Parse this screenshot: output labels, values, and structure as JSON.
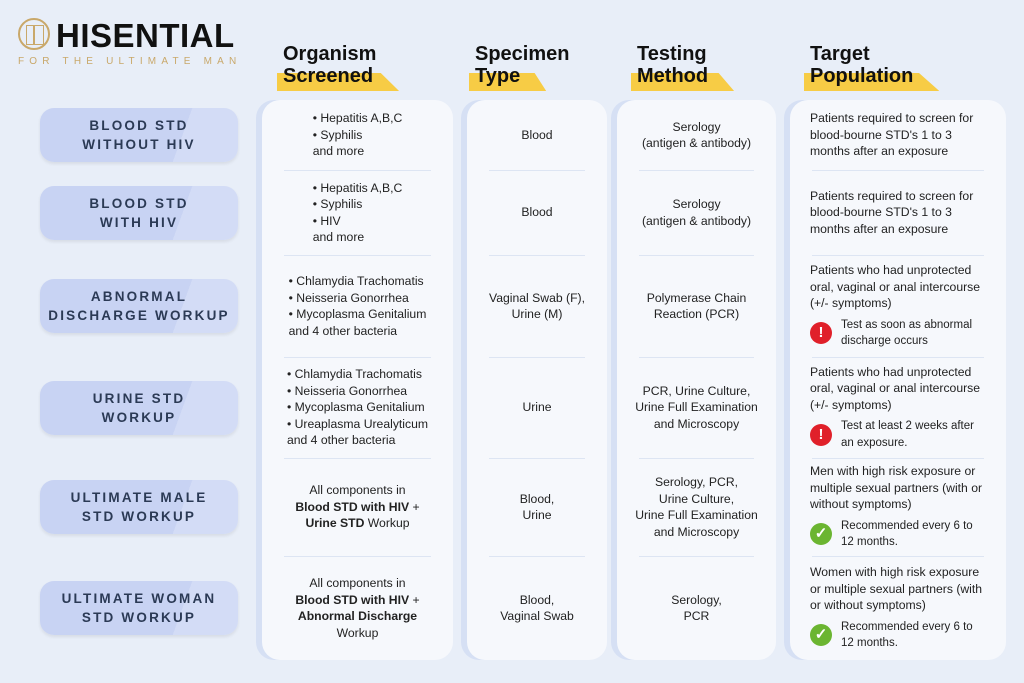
{
  "brand": {
    "name": "HISENTIAL",
    "tagline": "FOR THE ULTIMATE MAN"
  },
  "headers": [
    {
      "l1": "Organism",
      "l2": "Screened"
    },
    {
      "l1": "Specimen",
      "l2": "Type"
    },
    {
      "l1": "Testing",
      "l2": "Method"
    },
    {
      "l1": "Target",
      "l2": "Population"
    }
  ],
  "colors": {
    "highlight": "#f7cc45",
    "pill": "#c8d3f3",
    "warn": "#e0202a",
    "ok": "#6bb531"
  },
  "rows": [
    {
      "label": "BLOOD STD\nWITHOUT HIV",
      "organisms": {
        "items": [
          "Hepatitis A,B,C",
          "Syphilis"
        ],
        "extra": [
          {
            "t": "and more",
            "b": false
          }
        ]
      },
      "specimen": "Blood",
      "method": "Serology\n(antigen & antibody)",
      "target": {
        "text": "Patients required to screen for blood-bourne STD's 1 to 3 months after an exposure"
      }
    },
    {
      "label": "BLOOD STD\nWITH HIV",
      "organisms": {
        "items": [
          "Hepatitis A,B,C",
          "Syphilis",
          "HIV"
        ],
        "extra": [
          {
            "t": "and more",
            "b": false
          }
        ]
      },
      "specimen": "Blood",
      "method": "Serology\n(antigen & antibody)",
      "target": {
        "text": "Patients required to screen for blood-bourne STD's 1 to 3 months after an exposure"
      }
    },
    {
      "label": "ABNORMAL\nDISCHARGE WORKUP",
      "organisms": {
        "items": [
          "Chlamydia Trachomatis",
          "Neisseria Gonorrhea",
          "Mycoplasma Genitalium"
        ],
        "extra": [
          {
            "t": "and 4 other bacteria",
            "b": false
          }
        ]
      },
      "specimen": "Vaginal Swab (F),\nUrine (M)",
      "method": "Polymerase Chain\nReaction (PCR)",
      "target": {
        "text": "Patients who had unprotected oral, vaginal or anal intercourse (+/- symptoms)",
        "note_icon": "exclamation-icon",
        "note": "Test as soon as abnormal discharge occurs"
      }
    },
    {
      "label": "URINE STD\nWORKUP",
      "organisms": {
        "items": [
          "Chlamydia Trachomatis",
          "Neisseria Gonorrhea",
          "Mycoplasma Genitalium",
          "Ureaplasma Urealyticum"
        ],
        "extra": [
          {
            "t": "and 4 other bacteria",
            "b": false
          }
        ]
      },
      "specimen": "Urine",
      "method": "PCR, Urine Culture,\nUrine Full Examination\nand Microscopy",
      "target": {
        "text": "Patients who had unprotected oral, vaginal or anal intercourse (+/- symptoms)",
        "note_icon": "exclamation-icon",
        "note": "Test at least 2 weeks after an exposure."
      }
    },
    {
      "label": "ULTIMATE MALE\nSTD WORKUP",
      "organisms": {
        "items": [],
        "extra": [
          {
            "t": "All components in",
            "b": false
          },
          {
            "t": "Blood STD with HIV",
            "b": true
          },
          {
            "t": " +",
            "b": false
          },
          {
            "br": true
          },
          {
            "t": "Urine STD",
            "b": true
          },
          {
            "t": " Workup",
            "b": false
          }
        ]
      },
      "specimen": "Blood,\nUrine",
      "method": "Serology, PCR,\nUrine Culture,\nUrine Full Examination\nand Microscopy",
      "target": {
        "text": "Men with high risk exposure or multiple sexual partners (with or without symptoms)",
        "note_icon": "check-icon",
        "note": "Recommended every 6 to 12 months."
      }
    },
    {
      "label": "ULTIMATE WOMAN\nSTD WORKUP",
      "organisms": {
        "items": [],
        "extra": [
          {
            "t": "All components in",
            "b": false
          },
          {
            "t": "Blood STD with HIV",
            "b": true
          },
          {
            "t": " +",
            "b": false
          },
          {
            "br": true
          },
          {
            "t": "Abnormal Discharge",
            "b": true
          },
          {
            "br": true
          },
          {
            "t": "Workup",
            "b": false
          }
        ]
      },
      "specimen": "Blood,\nVaginal Swab",
      "method": "Serology,\nPCR",
      "target": {
        "text": "Women with high risk exposure or multiple sexual partners (with or without symptoms)",
        "note_icon": "check-icon",
        "note": "Recommended every 6 to 12 months."
      }
    }
  ]
}
